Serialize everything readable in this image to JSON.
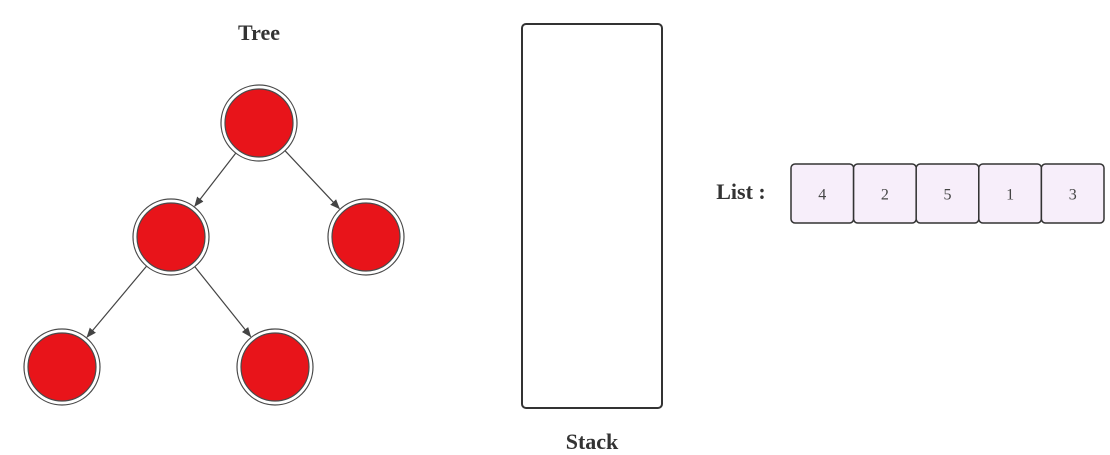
{
  "tree": {
    "title": "Tree",
    "node_count": 5,
    "edges": [
      [
        0,
        1
      ],
      [
        0,
        2
      ],
      [
        1,
        3
      ],
      [
        1,
        4
      ]
    ],
    "node_fill": "#e8141a",
    "node_ring": "#4a4a4a",
    "edge_color": "#444444"
  },
  "stack": {
    "label": "Stack",
    "items": [],
    "border_color": "#333333"
  },
  "list": {
    "label": "List :",
    "items": [
      "4",
      "2",
      "5",
      "1",
      "3"
    ],
    "cell_fill": "#f7eefa",
    "cell_border": "#333333"
  }
}
